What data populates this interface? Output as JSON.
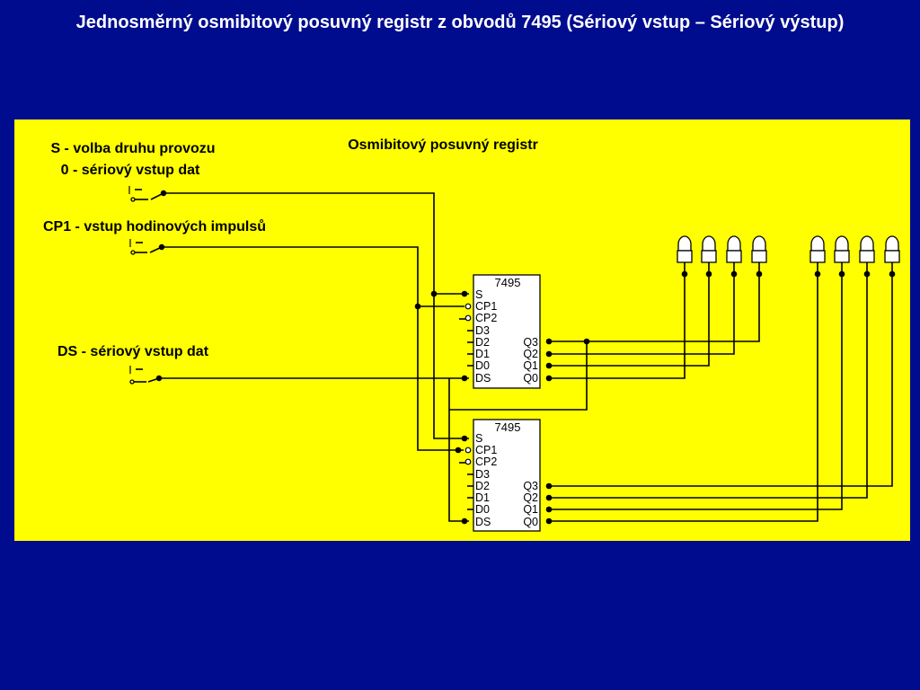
{
  "title": "Jednosměrný osmibitový posuvný registr z obvodů 7495 (Sériový vstup – Sériový výstup)",
  "diagram": {
    "header": "Osmibitový posuvný registr",
    "labels": {
      "s_title": "S - volba druhu provozu",
      "s_sub": "0 - sériový vstup dat",
      "cp1": "CP1 - vstup hodinových impulsů",
      "ds": "DS - sériový vstup dat"
    },
    "switch_mark": "I",
    "chips": [
      {
        "name": "7495",
        "left_pins": [
          "S",
          "CP1",
          "CP2",
          "D3",
          "D2",
          "D1",
          "D0",
          "DS"
        ],
        "right_pins": [
          "Q3",
          "Q2",
          "Q1",
          "Q0"
        ]
      },
      {
        "name": "7495",
        "left_pins": [
          "S",
          "CP1",
          "CP2",
          "D3",
          "D2",
          "D1",
          "D0",
          "DS"
        ],
        "right_pins": [
          "Q3",
          "Q2",
          "Q1",
          "Q0"
        ]
      }
    ],
    "colors": {
      "background": "#000C8E",
      "panel": "#FFFF00",
      "title": "#FFFFFF"
    },
    "led_count": 8
  }
}
